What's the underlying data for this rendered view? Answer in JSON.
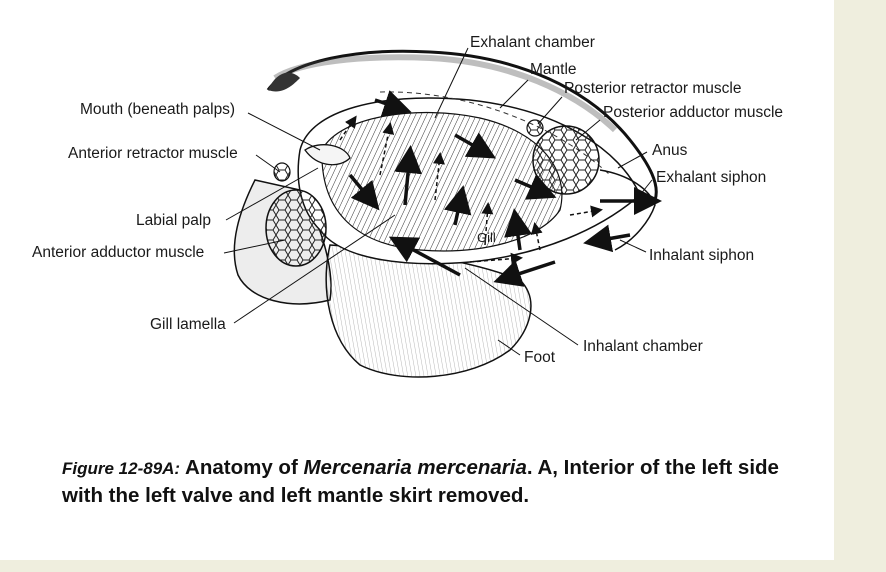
{
  "labels": {
    "exhalant_chamber": "Exhalant chamber",
    "mantle": "Mantle",
    "posterior_retractor_muscle": "Posterior retractor muscle",
    "posterior_adductor_muscle": "Posterior adductor muscle",
    "mouth": "Mouth (beneath palps)",
    "anterior_retractor_muscle": "Anterior retractor muscle",
    "anus": "Anus",
    "exhalant_siphon": "Exhalant siphon",
    "labial_palp": "Labial palp",
    "gill": "Gill",
    "anterior_adductor_muscle": "Anterior adductor muscle",
    "inhalant_siphon": "Inhalant siphon",
    "gill_lamella": "Gill lamella",
    "inhalant_chamber": "Inhalant chamber",
    "foot": "Foot"
  },
  "caption": {
    "figure_number": "Figure 12-89A:",
    "text_before_species": "Anatomy of",
    "species": "Mercenaria mercenaria",
    "text_after_species": ".  A, Interior of the left side with the left valve and left mantle skirt removed."
  }
}
